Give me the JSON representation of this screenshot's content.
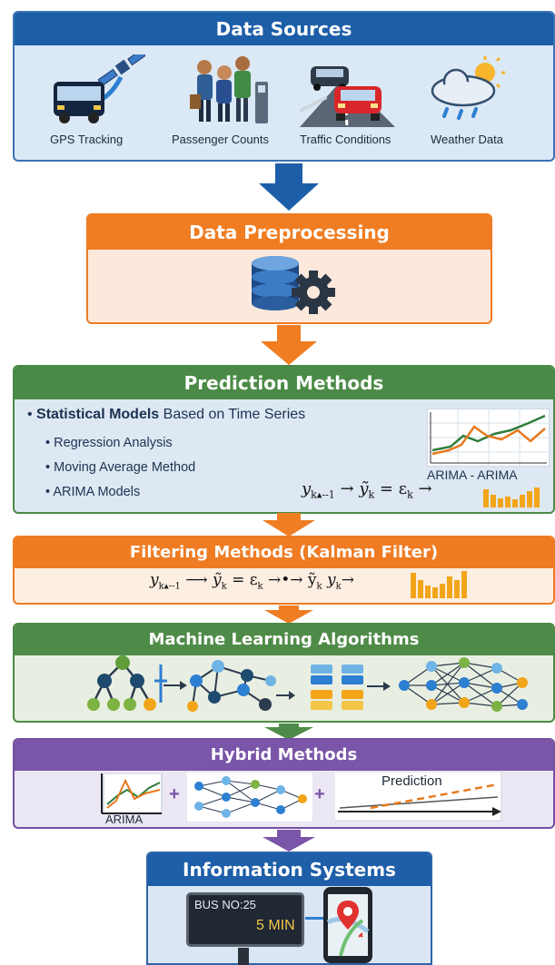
{
  "data_sources": {
    "title": "Data Sources",
    "items": [
      {
        "label": "GPS Tracking",
        "icon": "bus-satellite-icon"
      },
      {
        "label": "Passenger Counts",
        "icon": "passengers-icon"
      },
      {
        "label": "Traffic Conditions",
        "icon": "traffic-cars-icon"
      },
      {
        "label": "Weather Data",
        "icon": "weather-cloud-icon"
      }
    ]
  },
  "preprocessing": {
    "title": "Data Preprocessing",
    "icon": "database-gear-icon"
  },
  "prediction": {
    "title": "Prediction Methods",
    "main_bold": "Statistical Models",
    "main_rest": " Based on Time Series",
    "sub_items": [
      "Regression Analysis",
      "Moving Average Method",
      "ARIMA Models"
    ],
    "chart_label": "ARIMA - ARIMA",
    "formula_a": "y",
    "formula_b": "k▴--1",
    "formula_c": "→ ỹ",
    "formula_d": "k",
    "formula_e": "= ε",
    "formula_f": "k",
    "formula_g": "→"
  },
  "filtering": {
    "title": "Filtering Methods (Kalman Filter)",
    "formula_a": "y",
    "formula_b": "k▴--1",
    "formula_c": "⟶ ỹ",
    "formula_d": "k",
    "formula_e": "= ε",
    "formula_f": "k",
    "formula_g": "→•→ ỹ",
    "formula_h": "k",
    "formula_i": "y",
    "formula_j": "k",
    "formula_k": "→"
  },
  "machine_learning": {
    "title": "Machine Learning Algorithms"
  },
  "hybrid": {
    "title": "Hybrid Methods",
    "arima_label": "ARIMA",
    "plus": "+",
    "prediction_label": "Prediction"
  },
  "info_systems": {
    "title": "Information Systems",
    "bus_label": "BUS NO:25",
    "eta_label": "5 MIN"
  },
  "colors": {
    "blue": "#1d5ea8",
    "orange": "#f07d22",
    "green": "#4a8a46",
    "purple": "#7a55a8"
  }
}
